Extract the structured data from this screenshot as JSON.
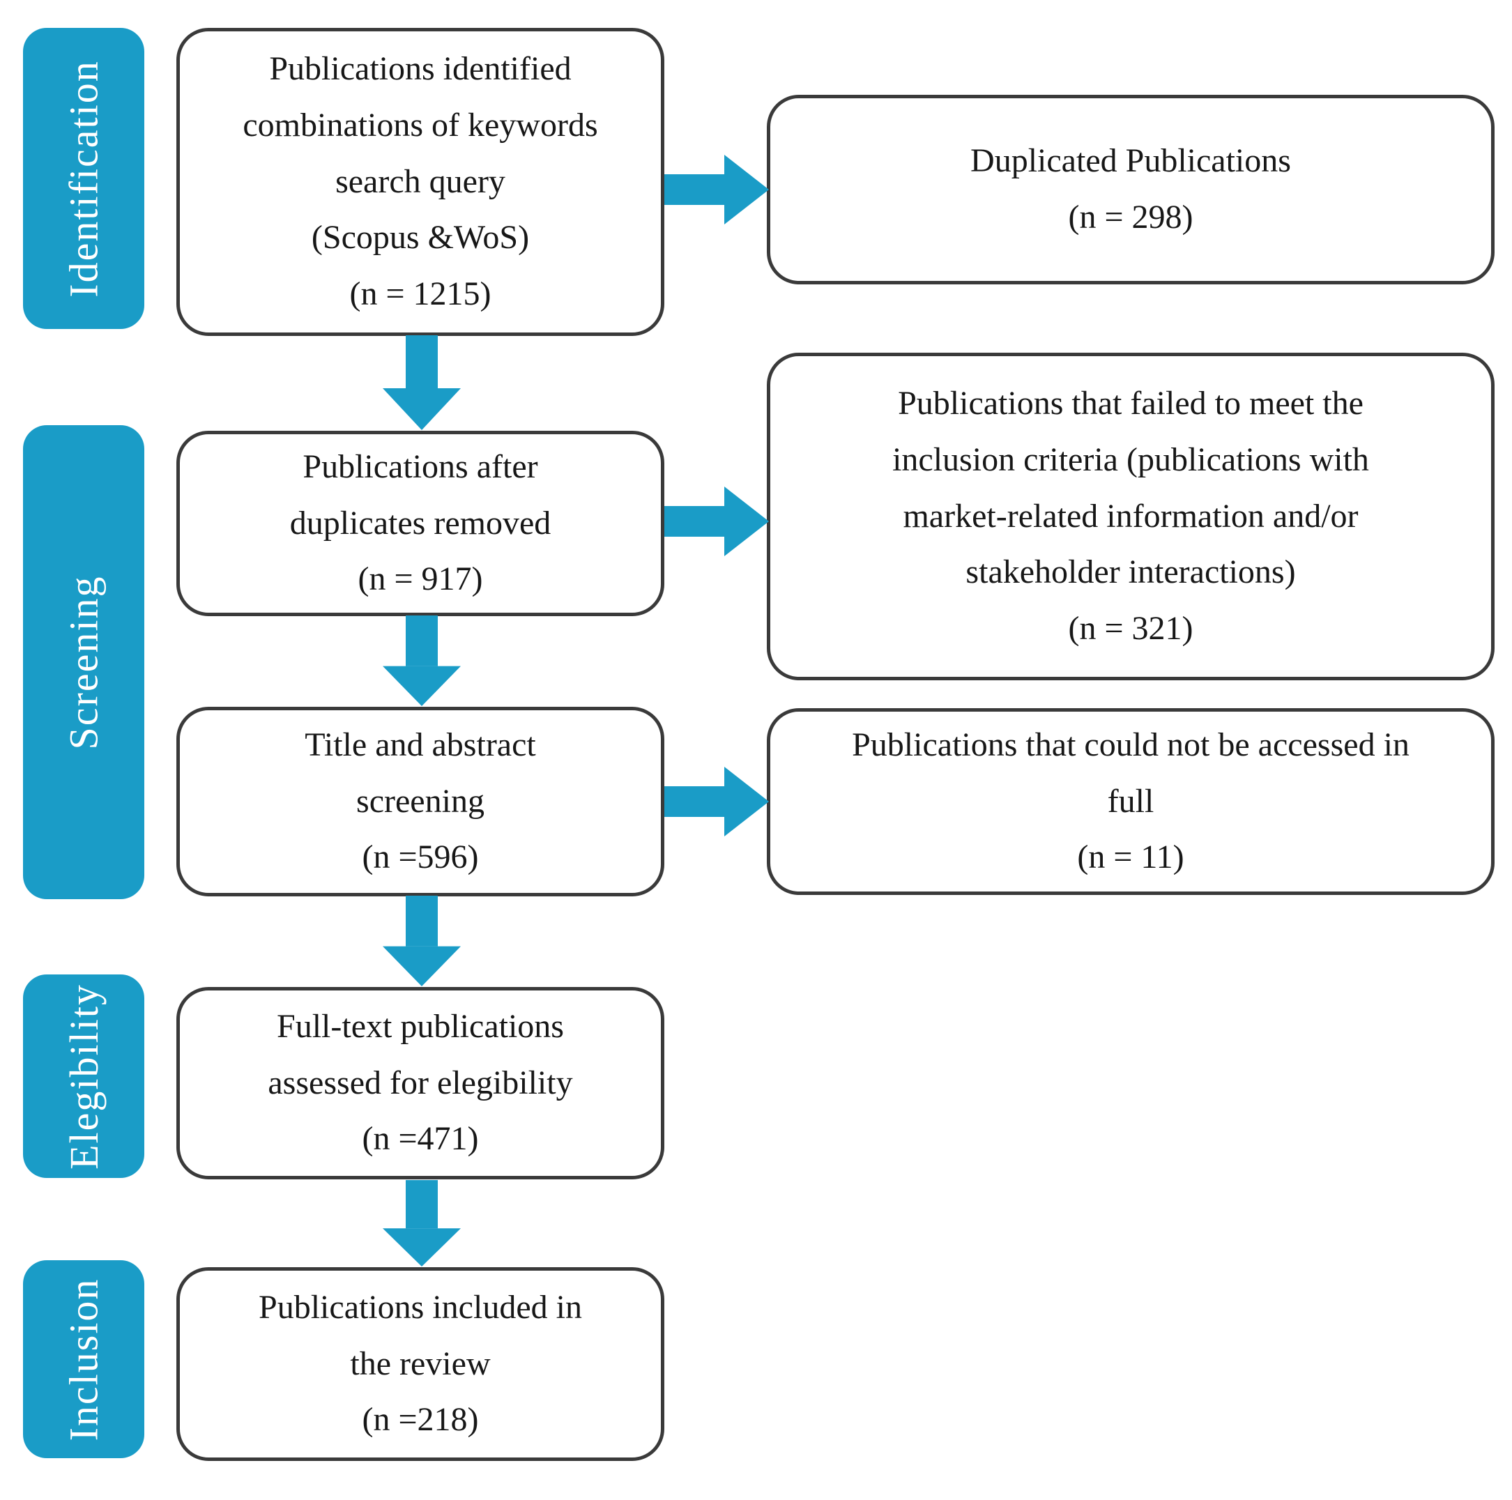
{
  "colors": {
    "accent": "#1a9cc7",
    "box-border": "#3a3a3a",
    "text": "#171717"
  },
  "stages": {
    "identification": "Identification",
    "screening": "Screening",
    "elegibility": "Elegibility",
    "inclusion": "Inclusion"
  },
  "boxes": {
    "identified": {
      "lines": [
        "Publications identified",
        "combinations of keywords",
        "search query",
        "(Scopus &WoS)",
        "(n = 1215)"
      ]
    },
    "duplicated": {
      "lines": [
        "Duplicated Publications",
        "(n = 298)"
      ]
    },
    "after_duplicates": {
      "lines": [
        "Publications after",
        "duplicates removed",
        "(n = 917)"
      ]
    },
    "failed_inclusion": {
      "lines": [
        "Publications that failed to meet the",
        "inclusion criteria (publications with",
        "market-related information and/or",
        "stakeholder interactions)",
        "(n = 321)"
      ]
    },
    "title_abstract": {
      "lines": [
        "Title and abstract",
        "screening",
        "(n =596)"
      ]
    },
    "not_accessed": {
      "lines": [
        "Publications that could not be accessed in",
        "full",
        "(n = 11)"
      ]
    },
    "fulltext": {
      "lines": [
        "Full-text publications",
        "assessed for elegibility",
        "(n =471)"
      ]
    },
    "included": {
      "lines": [
        "Publications included in",
        "the review",
        "(n =218)"
      ]
    }
  }
}
